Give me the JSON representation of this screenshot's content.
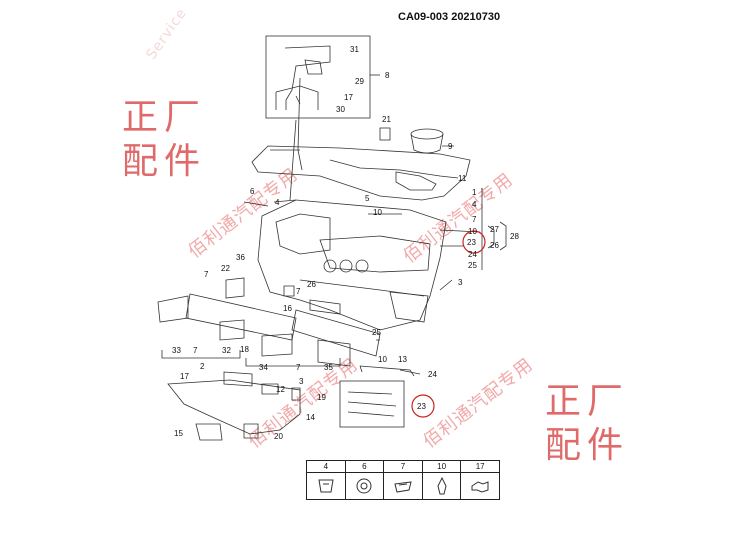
{
  "document_code": "CA09-003 20210730",
  "watermark": {
    "corner_text_line1": "正厂",
    "corner_text_line2": "配件",
    "diagonal_text": "佰利通汽配专用",
    "faint_text": "Service"
  },
  "callouts": [
    {
      "id": "c31",
      "label": "31"
    },
    {
      "id": "c29",
      "label": "29"
    },
    {
      "id": "c8",
      "label": "8"
    },
    {
      "id": "c17a",
      "label": "17"
    },
    {
      "id": "c30",
      "label": "30"
    },
    {
      "id": "c21",
      "label": "21"
    },
    {
      "id": "c9",
      "label": "9"
    },
    {
      "id": "c11",
      "label": "11"
    },
    {
      "id": "c6",
      "label": "6"
    },
    {
      "id": "c4a",
      "label": "4"
    },
    {
      "id": "c5",
      "label": "5"
    },
    {
      "id": "c10a",
      "label": "10"
    },
    {
      "id": "c1",
      "label": "1"
    },
    {
      "id": "c4b",
      "label": "4"
    },
    {
      "id": "c7a",
      "label": "7"
    },
    {
      "id": "c10b",
      "label": "10"
    },
    {
      "id": "c23a",
      "label": "23"
    },
    {
      "id": "c24a",
      "label": "24"
    },
    {
      "id": "c25a",
      "label": "25"
    },
    {
      "id": "c27",
      "label": "27"
    },
    {
      "id": "c26a",
      "label": "26"
    },
    {
      "id": "c28",
      "label": "28"
    },
    {
      "id": "c3",
      "label": "3"
    },
    {
      "id": "c36",
      "label": "36"
    },
    {
      "id": "c22",
      "label": "22"
    },
    {
      "id": "c7b",
      "label": "7"
    },
    {
      "id": "c26b",
      "label": "26"
    },
    {
      "id": "c7c",
      "label": "7"
    },
    {
      "id": "c16",
      "label": "16"
    },
    {
      "id": "c25b",
      "label": "25"
    },
    {
      "id": "c10c",
      "label": "10"
    },
    {
      "id": "c13",
      "label": "13"
    },
    {
      "id": "c24b",
      "label": "24"
    },
    {
      "id": "c33",
      "label": "33"
    },
    {
      "id": "c7d",
      "label": "7"
    },
    {
      "id": "c32",
      "label": "32"
    },
    {
      "id": "c2",
      "label": "2"
    },
    {
      "id": "c34",
      "label": "34"
    },
    {
      "id": "c7e",
      "label": "7"
    },
    {
      "id": "c35",
      "label": "35"
    },
    {
      "id": "c3b",
      "label": "3"
    },
    {
      "id": "c18",
      "label": "18"
    },
    {
      "id": "c17b",
      "label": "17"
    },
    {
      "id": "c12",
      "label": "12"
    },
    {
      "id": "c19",
      "label": "19"
    },
    {
      "id": "c14",
      "label": "14"
    },
    {
      "id": "c15",
      "label": "15"
    },
    {
      "id": "c20",
      "label": "20"
    },
    {
      "id": "c23b",
      "label": "23"
    }
  ],
  "legend": [
    {
      "label": "4",
      "icon": "clip-icon"
    },
    {
      "label": "6",
      "icon": "nut-icon"
    },
    {
      "label": "7",
      "icon": "spring-clip-icon"
    },
    {
      "label": "10",
      "icon": "push-pin-icon"
    },
    {
      "label": "17",
      "icon": "retainer-icon"
    }
  ],
  "colors": {
    "line": "#333333",
    "circle": "#cc2222",
    "watermark": "#e06a6a"
  }
}
